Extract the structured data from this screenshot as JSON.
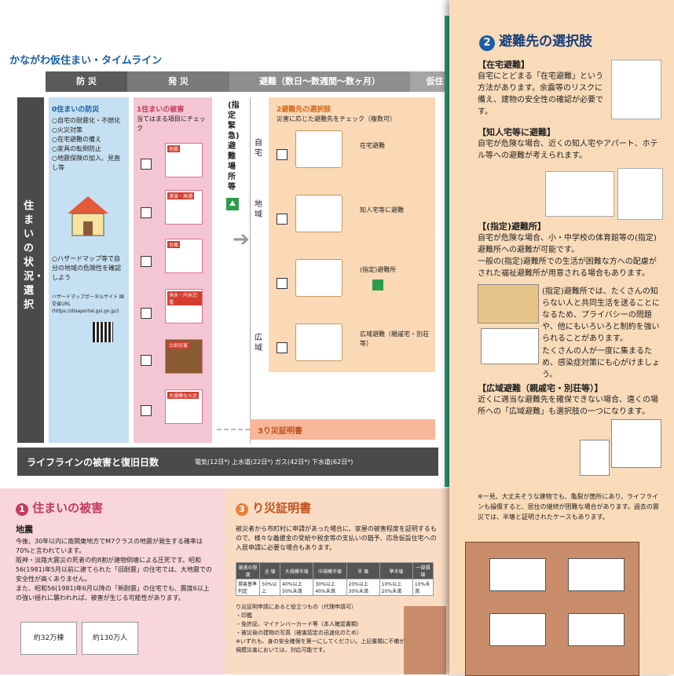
{
  "timeline": {
    "title": "かながわ仮住まい・タイムライン",
    "phases": [
      "防 災",
      "発 災",
      "避難（数日〜数週間〜数ヶ月）",
      "仮住まい（"
    ]
  },
  "left_band": "住まいの状況・選択",
  "bosai": {
    "header": "0住まいの防災",
    "items": [
      "○自宅の耐震化・不燃化",
      "○火災対策",
      "○在宅避難の備え",
      "○家具の転倒防止",
      "○地震保険の加入、見直し等"
    ],
    "hazard": "○ハザードマップ等で自分の地域の危険性を確認しよう",
    "portal": "ハザードマップポータルサイト 国交省URL (https://disaportal.gsi.go.jp/)"
  },
  "damage": {
    "header": "1住まいの被害",
    "sub": "当てはまる項目にチェック",
    "items": [
      "地震",
      "津波・高潮",
      "台風",
      "洪水・内水氾濫",
      "土砂災害",
      "大規模な火災"
    ]
  },
  "shelter_label": "(指定緊急)避難場所等",
  "choices": {
    "header": "2避難先の選択肢",
    "sub": "災害に応じた避難先をチェック（複数可）",
    "rows": [
      "自宅",
      "地域",
      "広域"
    ],
    "options": [
      "在宅避難",
      "知人宅等に避難",
      "(指定)避難所",
      "広域避難（親戚宅・別荘等）"
    ]
  },
  "certificate_bar": "3り災証明書",
  "lifeline": {
    "title": "ライフラインの被害と復旧日数",
    "detail": "電気(12日*) 上水道(22日*) ガス(42日*) 下水道(62日*)"
  },
  "bottom_left": {
    "title": "住まいの被害",
    "sub": "地震",
    "para1": "今後、30年以内に南関東地方でM7クラスの地震が発生する確率は70%と言われています。",
    "para2": "阪神・淡路大震災の死者の約8割が建物倒壊による圧死です。昭和56(1981)年5月以前に建てられた「旧耐震」の住宅では、大地震での安全性が高くありません。",
    "para3": "また、昭和56(1981)年6月以降の「新耐震」の住宅でも、震度6以上の強い揺れに襲われれば、被害が生じる可能性があります。",
    "stat1": "約32万棟",
    "stat2": "約130万人"
  },
  "bottom_mid": {
    "title": "り災証明書",
    "para": "被災者から市町村に申請があった場合に、家屋の被害程度を証明するもので、様々な義援金の受給や税金等の支払いの猶予、応急仮設住宅への入居申請に必要な場合もあります。",
    "table_head": [
      "被害の程度",
      "全 壊",
      "大規模半壊",
      "中規模半壊",
      "半 壊",
      "準半壊",
      "一部損壊"
    ],
    "table_row1": [
      "損害基準判定",
      "50%以上",
      "40%以上50%未満",
      "30%以上40%未満",
      "20%以上30%未満",
      "10%以上20%未満",
      "10%未満"
    ],
    "needs": "り災証明申請にあると役立つもの（代理申請可）",
    "need_items": [
      "・印鑑",
      "・免許証、マイナンバーカード等（本人確認書類）",
      "・被災後の建物の写真（被害認定の迅速化のため）",
      "※いずれも、身の安全確保を第一にしてください。上記書類に不備があっても大規模災害においては、対応可能です。"
    ]
  },
  "panel": {
    "title": "避難先の選択肢",
    "s1_head": "【在宅避難】",
    "s1_text": "自宅にとどまる「在宅避難」という方法があります。余震等のリスクに備え、建物の安全性の確認が必要です。",
    "s2_head": "【知人宅等に避難】",
    "s2_text": "自宅が危険な場合、近くの知人宅やアパート、ホテル等への避難が考えられます。",
    "s3_head": "【(指定)避難所】",
    "s3_text": "自宅が危険な場合、小・中学校の体育館等の(指定)避難所への避難が可能です。",
    "s3_text2": "一般の(指定)避難所での生活が困難な方への配慮がされた福祉避難所が用意される場合もあります。",
    "s3_text3": "(指定)避難所では、たくさんの知らない人と共同生活を送ることになるため、プライバシーの問題や、他にもいろいろと制約を強いられることがあります。",
    "s3_text4": "たくさんの人が一度に集まるため、感染症対策にも心がけましょう。",
    "s4_head": "【広域避難（親戚宅・別荘等）】",
    "s4_text": "近くに適当な避難先を確保できない場合、遠くの場所への「広域避難」も選択肢の一つになります。",
    "note": "※一見、大丈夫そうな建物でも、亀裂が箇所にあり、ライフラインも損傷すると、居住の継続が困難な場合があります。過去の震災では、半壊と証明されたケースもあります。"
  },
  "colors": {
    "blue": "#1a5ea8",
    "pink": "#c43a5e",
    "orange": "#e8803a",
    "panel_bg": "#f9dbb9",
    "dark": "#4a4a4a"
  }
}
